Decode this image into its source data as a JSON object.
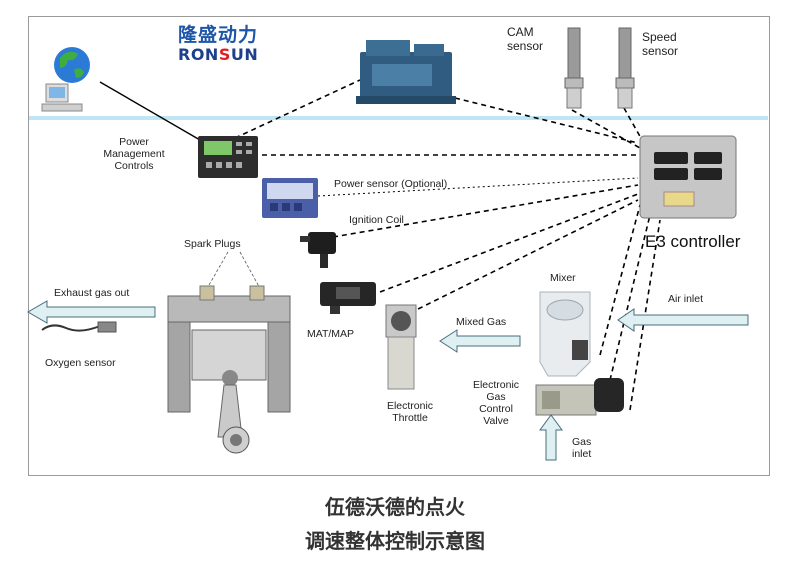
{
  "logo": {
    "chinese": "隆盛动力",
    "brand_prefix": "RON",
    "brand_s": "S",
    "brand_suffix": "UN"
  },
  "labels": {
    "cam_sensor": [
      "CAM",
      "sensor"
    ],
    "speed_sensor": [
      "Speed",
      "sensor"
    ],
    "power_management": [
      "Power",
      "Management",
      "Controls"
    ],
    "power_sensor": "Power sensor (Optional)",
    "ignition_coil": "Ignition Coil",
    "spark_plugs": "Spark Plugs",
    "e3_controller": "E3 controller",
    "exhaust_gas_out": "Exhaust gas out",
    "oxygen_sensor": "Oxygen sensor",
    "mat_map": "MAT/MAP",
    "mixed_gas": "Mixed Gas",
    "mixer": "Mixer",
    "air_inlet": "Air inlet",
    "electronic_throttle": [
      "Electronic",
      "Throttle"
    ],
    "gas_control_valve": [
      "Electronic",
      "Gas",
      "Control",
      "Valve"
    ],
    "gas_inlet": [
      "Gas",
      "inlet"
    ]
  },
  "caption": {
    "line1": "伍德沃德的点火",
    "line2": "调速整体控制示意图"
  },
  "colors": {
    "frame_border": "#9a9a9a",
    "band": "#bfe6f4",
    "arrow_fill": "#dff0f3",
    "arrow_stroke": "#4a6d7c",
    "dash_line": "#000000"
  }
}
